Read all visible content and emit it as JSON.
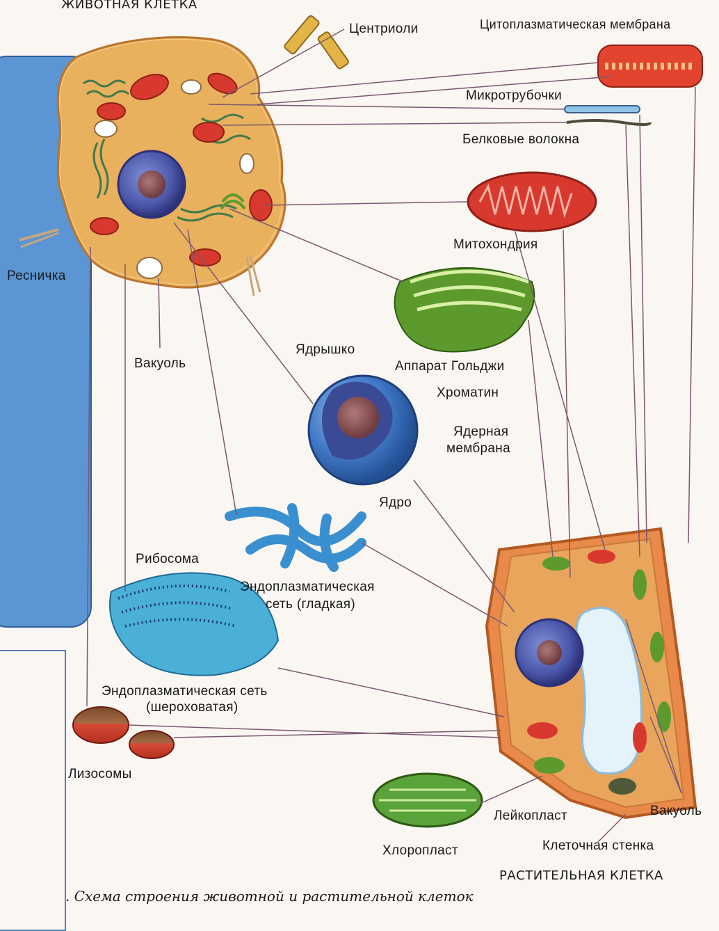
{
  "titles": {
    "animal_cell": "ЖИВОТНАЯ КЛЕТКА",
    "plant_cell": "РАСТИТЕЛЬНАЯ КЛЕТКА"
  },
  "labels": {
    "centrioles": "Центриоли",
    "cytoplasmic_membrane": "Цитоплазматическая  мембрана",
    "microtubules": "Микротрубочки",
    "protein_fibers": "Белковые  волокна",
    "mitochondrion": "Митохондрия",
    "cilium": "Ресничка",
    "vacuole_animal": "Вакуоль",
    "nucleolus": "Ядрышко",
    "golgi": "Аппарат  Гольджи",
    "chromatin": "Хроматин",
    "nuclear_membrane_1": "Ядерная",
    "nuclear_membrane_2": "мембрана",
    "nucleus": "Ядро",
    "ribosome": "Рибосома",
    "er_smooth_1": "Эндоплазматическая",
    "er_smooth_2": "сеть (гладкая)",
    "er_rough_1": "Эндоплазматическая  сеть",
    "er_rough_2": "(шероховатая)",
    "lysosomes": "Лизосомы",
    "leucoplast": "Лейкопласт",
    "vacuole_plant": "Вакуоль",
    "chloroplast": "Хлоропласт",
    "cell_wall": "Клеточная  стенка"
  },
  "caption": ". Схема  строения  животной  и  растительной  клеток",
  "colors": {
    "leader_line": "#7a5870",
    "animal_cytoplasm": "#e9b05e",
    "plant_wall": "#e98a4a",
    "nucleus": "#4a56a8",
    "mitochondrion": "#d8392e",
    "golgi": "#5c9a2d",
    "er": "#3a8fd0",
    "side_panel": "#5b95d3"
  }
}
